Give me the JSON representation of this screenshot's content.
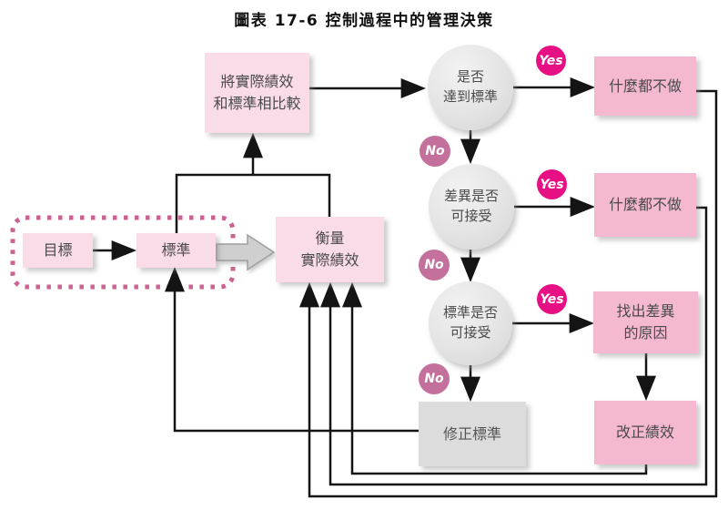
{
  "title": "圖表 17-6  控制過程中的管理決策",
  "boxes": {
    "compare": {
      "line1": "將實際績效",
      "line2": "和標準相比較"
    },
    "goal": {
      "label": "目標"
    },
    "standard": {
      "label": "標準"
    },
    "measure": {
      "line1": "衡量",
      "line2": "實際績效"
    },
    "do_nothing_1": {
      "label": "什麼都不做"
    },
    "do_nothing_2": {
      "label": "什麼都不做"
    },
    "find_cause": {
      "line1": "找出差異",
      "line2": "的原因"
    },
    "correct_performance": {
      "label": "改正績效"
    },
    "revise_standard": {
      "label": "修正標準"
    }
  },
  "decisions": {
    "d1": {
      "line1": "是否",
      "line2": "達到標準"
    },
    "d2": {
      "line1": "差異是否",
      "line2": "可接受"
    },
    "d3": {
      "line1": "標準是否",
      "line2": "可接受"
    }
  },
  "badges": {
    "yes": "Yes",
    "no": "No"
  },
  "colors": {
    "box_pink_light": "#fadce9",
    "box_pink_medium": "#f4b9d1",
    "box_gray": "#dcdcdc",
    "circle_gray": "#e4e4e4",
    "yes_badge": "#e60f84",
    "no_badge": "#c4709c",
    "dashed_border": "#cb6292",
    "connector": "#141414"
  }
}
